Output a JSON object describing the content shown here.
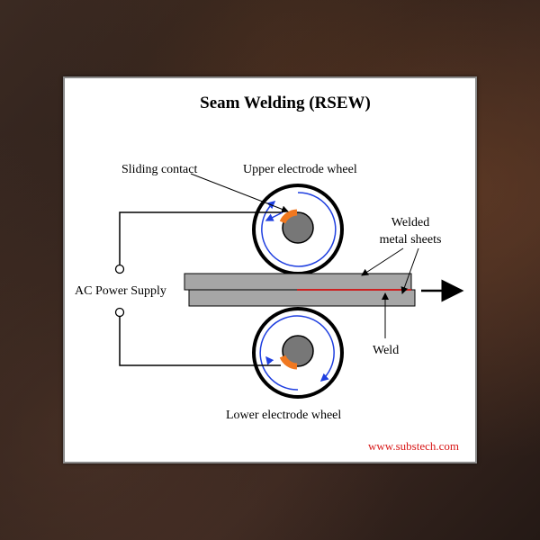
{
  "diagram": {
    "title": "Seam Welding (RSEW)",
    "labels": {
      "sliding_contact": "Sliding contact",
      "upper_wheel": "Upper electrode wheel",
      "lower_wheel": "Lower electrode wheel",
      "welded_line1": "Welded",
      "welded_line2": "metal sheets",
      "ac_power": "AC Power Supply",
      "weld": "Weld"
    },
    "footer_url": "www.substech.com",
    "colors": {
      "contact": "#f07820",
      "rotation_arrow": "#1f3fe0",
      "weld_line": "#cc2222",
      "sheet": "#a6a6a6",
      "url": "#d81818"
    }
  }
}
